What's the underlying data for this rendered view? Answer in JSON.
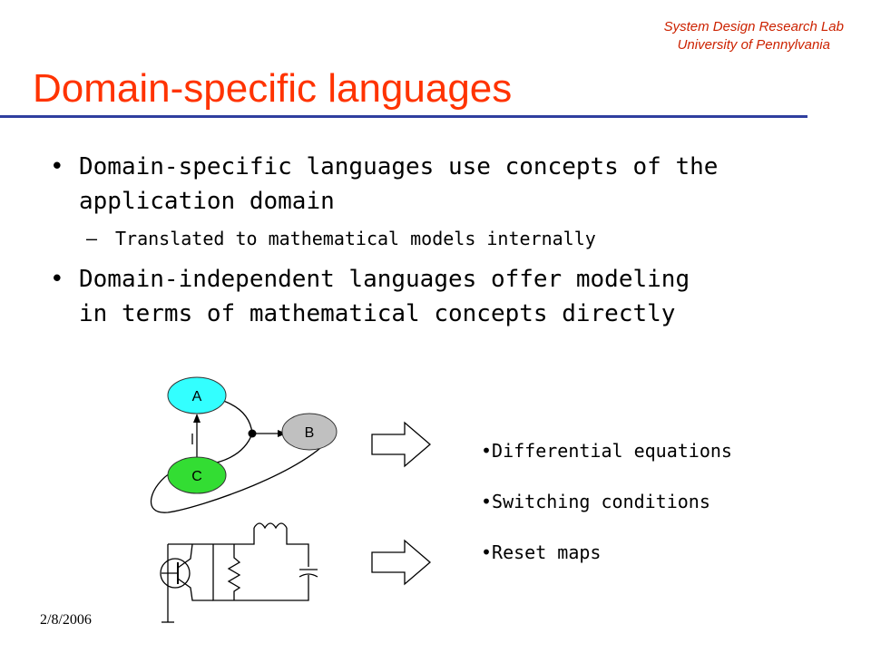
{
  "header": {
    "lab_line1": "System Design Research Lab",
    "lab_line2": "University of Pennylvania",
    "title": "Domain-specific languages"
  },
  "bullets": [
    {
      "text_line1": "Domain-specific languages use concepts of the",
      "text_line2": "application domain",
      "sub": "Translated to mathematical models internally"
    },
    {
      "text_line1": "Domain-independent languages offer modeling",
      "text_line2": "in terms of mathematical concepts directly"
    }
  ],
  "glyphs": {
    "bullet": "•",
    "dash": "–"
  },
  "diagram": {
    "node_a": "A",
    "node_b": "B",
    "node_c": "C"
  },
  "right_list": [
    "•Differential equations",
    "•Switching conditions",
    "•Reset maps"
  ],
  "footer": {
    "date": "2/8/2006"
  },
  "colors": {
    "title": "#ff3300",
    "lab": "#cc2200",
    "rule": "#2f3f9f",
    "node_a": "#33ffff",
    "node_b": "#c0c0c0",
    "node_c": "#33dd33"
  }
}
